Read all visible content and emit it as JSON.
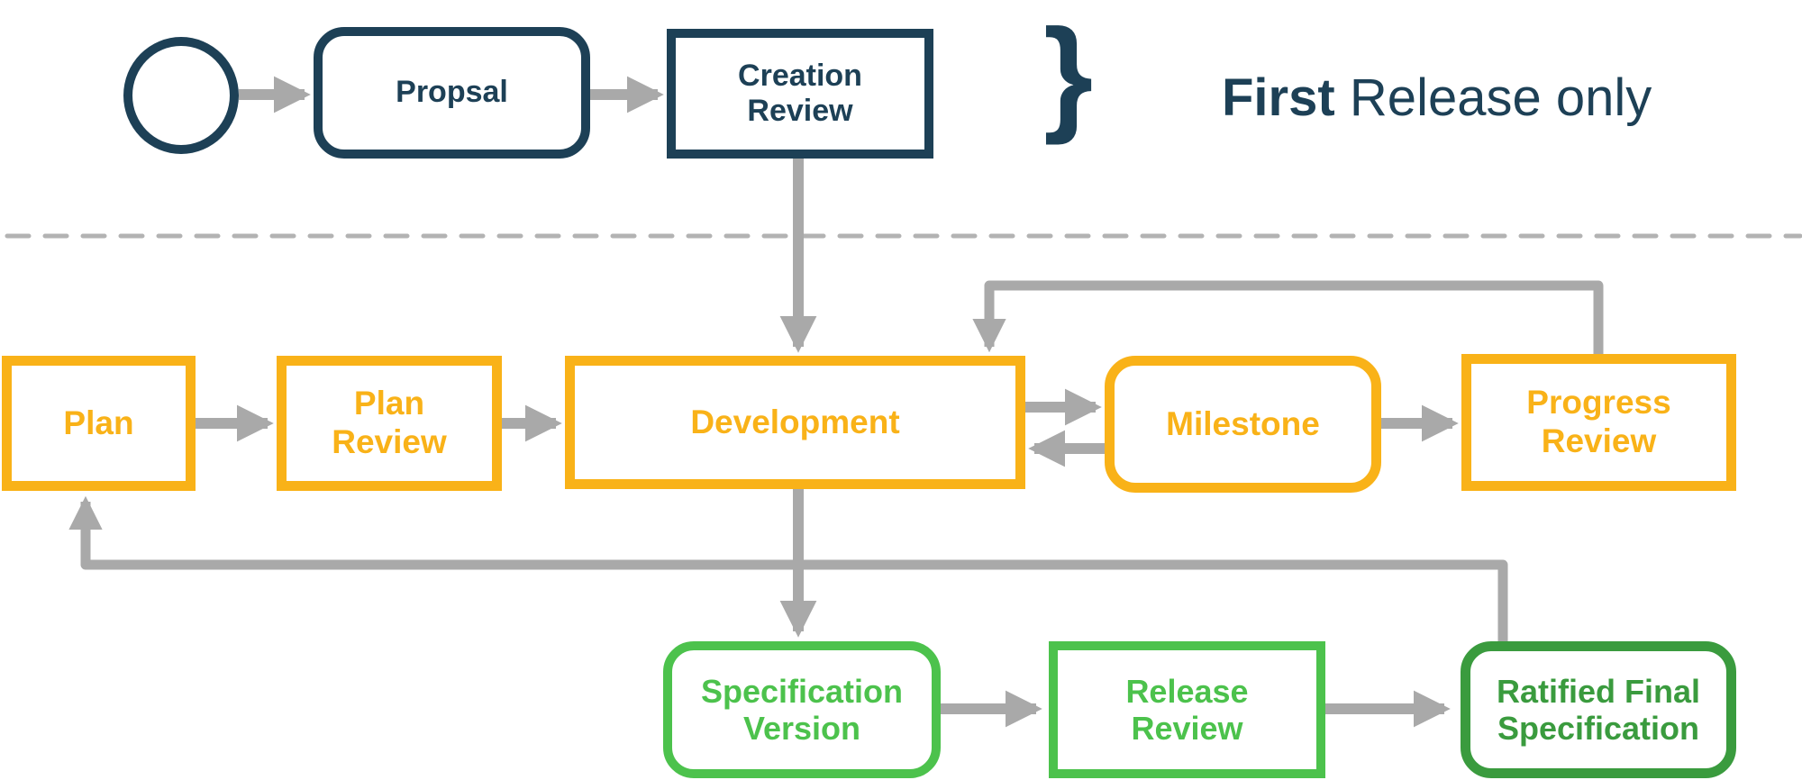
{
  "colors": {
    "navy": "#1D4056",
    "yellow": "#F9B218",
    "green": "#4CC24C",
    "dark_green": "#3A9B3E",
    "arrow_gray": "#A9A9A9",
    "divider_gray": "#B3B3B3"
  },
  "title_note": {
    "bold": "First",
    "rest": "Release only"
  },
  "brace_glyph": "}",
  "nodes": {
    "proposal": {
      "label": "Propsal"
    },
    "creation_review": {
      "label": "Creation Review"
    },
    "plan": {
      "label": "Plan"
    },
    "plan_review": {
      "label": "Plan Review"
    },
    "development": {
      "label": "Development"
    },
    "milestone": {
      "label": "Milestone"
    },
    "progress_review": {
      "label": "Progress Review"
    },
    "specification_version": {
      "label": "Specification Version"
    },
    "release_review": {
      "label": "Release Review"
    },
    "ratified_final_specification": {
      "label": "Ratified Final Specification"
    }
  }
}
